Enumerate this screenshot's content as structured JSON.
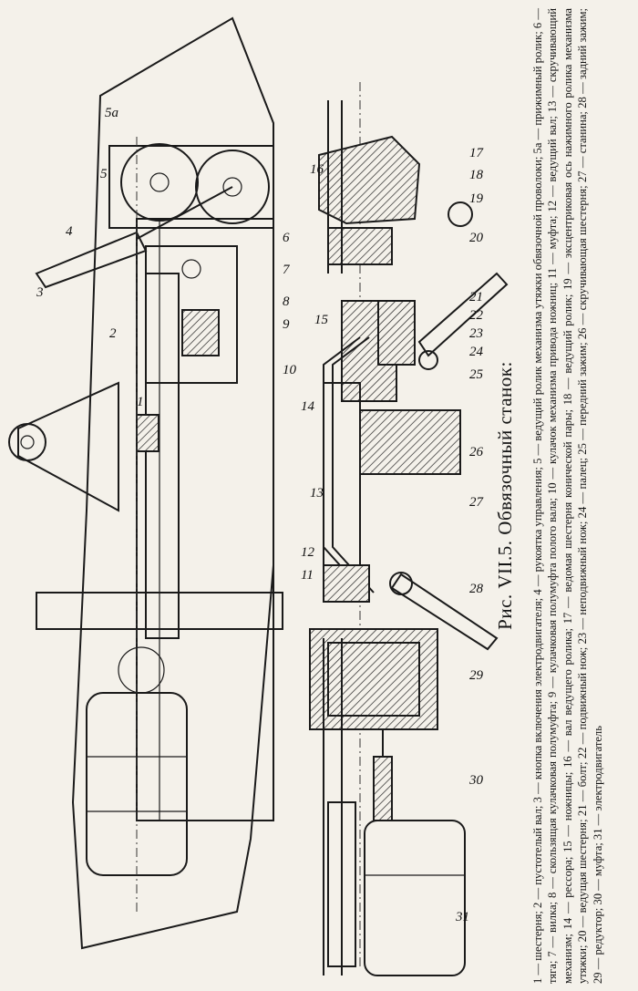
{
  "figure": {
    "title": "Рис. VII.5. Обвязочный станок:",
    "legend": "1 — шестерня; 2 — пустотелый вал; 3 — кнопка включения электродвигателя; 4 — рукоятка управления; 5 — ведущий ролик механизма утяжки обвязочной проволоки; 5а — прижимный ролик; 6 — тяга; 7 — вилка; 8 — скользящая кулачковая полумуфта; 9 — кулачковая полумуфта полого вала; 10 — кулачок механизма привода ножниц; 11 — муфта; 12 — ведущий вал; 13 — скручивающий механизм; 14 — рессора; 15 — ножницы; 16 — вал ведущего ролика; 17 — ведомая шестерня конической пары; 18 — ведущий ролик; 19 — эксцентриковая ось нажимного ролика механизма утяжки; 20 — ведущая шестерня; 21 — болт; 22 — подвижный нож; 23 — неподвижный нож; 24 — палец; 25 — передний зажим; 26 — скручивающая шестерня; 27 — станина; 28 — задний зажим; 29 — редуктор; 30 — муфта; 31 — электродвигатель"
  },
  "callouts": {
    "upper": [
      "1",
      "2",
      "3",
      "4",
      "5",
      "5а",
      "6",
      "7",
      "8",
      "9",
      "10"
    ],
    "lower": [
      "11",
      "12",
      "13",
      "14",
      "15",
      "16",
      "17",
      "18",
      "19",
      "20",
      "21",
      "22",
      "23",
      "24",
      "25",
      "26",
      "27",
      "28",
      "29",
      "30",
      "31"
    ]
  }
}
